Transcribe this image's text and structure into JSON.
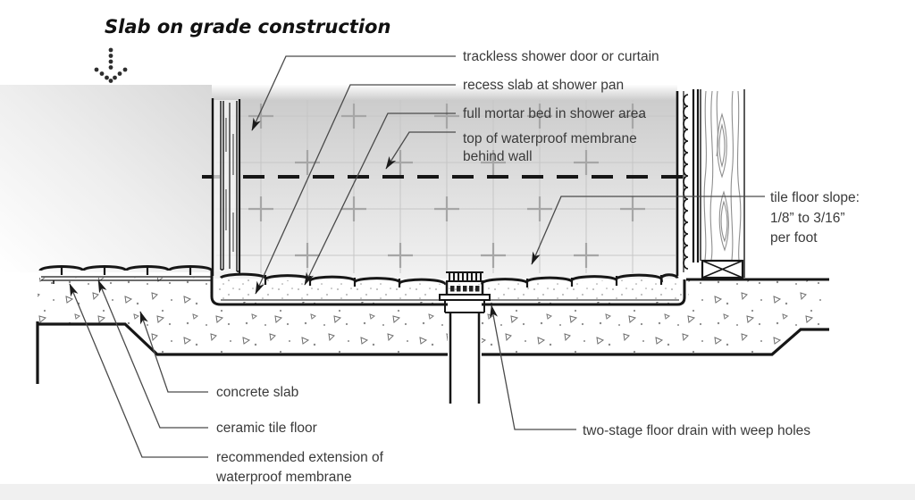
{
  "header": {
    "title": "Slab on grade construction",
    "icon": "dotted-down-arrow"
  },
  "callouts": {
    "trackless": "trackless shower door or curtain",
    "recess": "recess slab at shower pan",
    "mortar": "full mortar bed in shower area",
    "membrane_top_line1": "top of waterproof membrane",
    "membrane_top_line2": "behind wall",
    "slope_line1": "tile floor slope:",
    "slope_line2": "1/8” to 3/16”",
    "slope_line3": "per foot",
    "concrete": "concrete slab",
    "ceramic": "ceramic tile floor",
    "membrane_ext_line1": "recommended extension of",
    "membrane_ext_line2": "waterproof membrane",
    "drain": "two-stage floor drain with weep holes"
  },
  "colors": {
    "line": "#1a1a1a",
    "text": "#3a3a3a",
    "leader": "#4a4a4a",
    "grid": "#c6c6c6",
    "wood_grain": "#8f8f8f"
  }
}
